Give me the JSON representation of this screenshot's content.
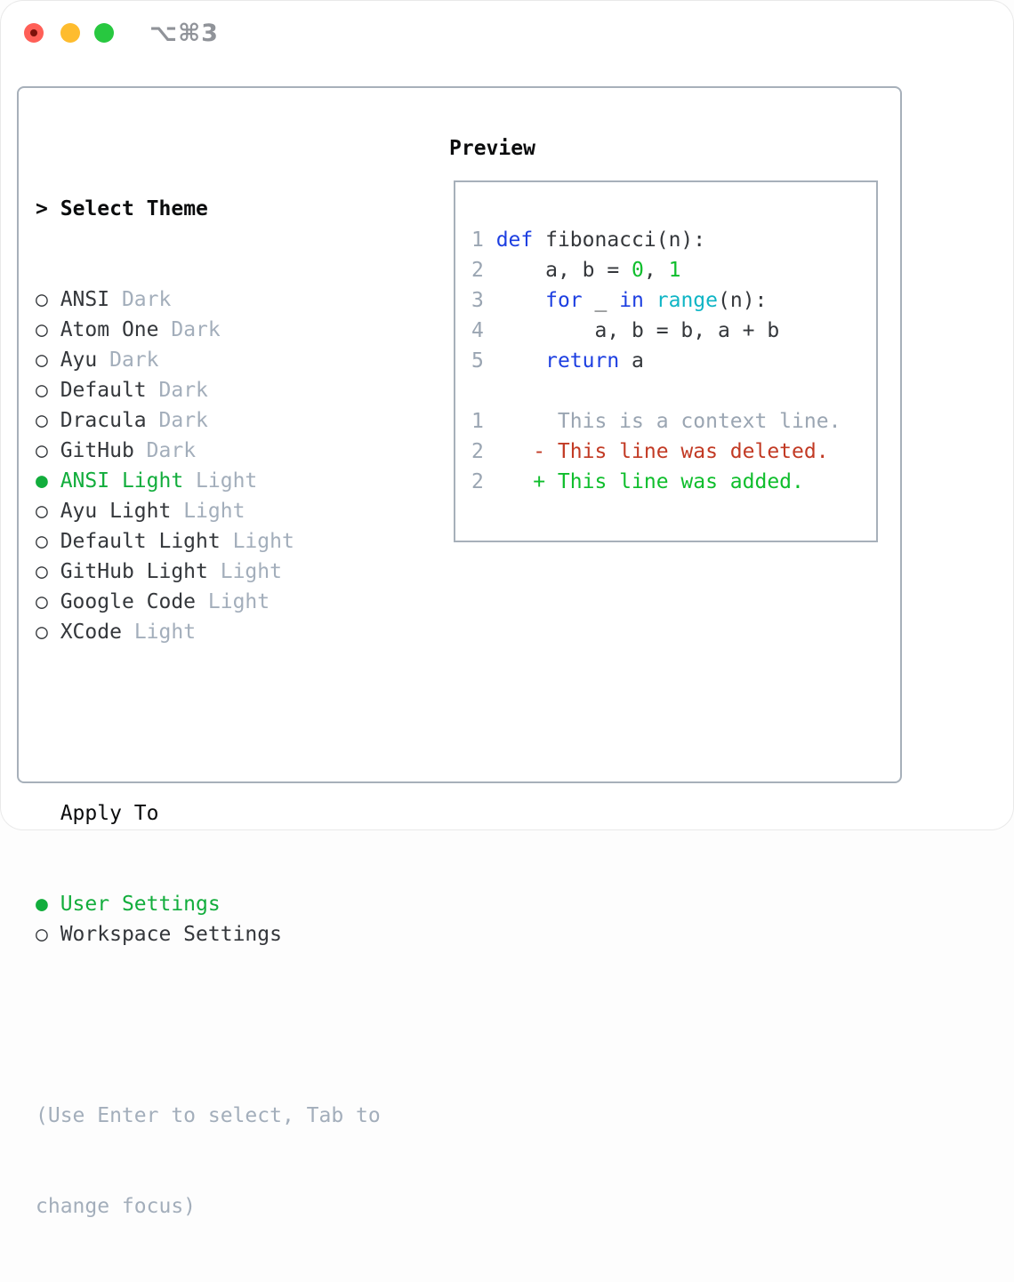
{
  "titlebar": {
    "title": "⌥⌘3"
  },
  "theme_panel": {
    "header": {
      "prefix": ">",
      "label": "Select Theme"
    },
    "items": [
      {
        "name": "ANSI",
        "tag": "Dark",
        "selected": false
      },
      {
        "name": "Atom One",
        "tag": "Dark",
        "selected": false
      },
      {
        "name": "Ayu",
        "tag": "Dark",
        "selected": false
      },
      {
        "name": "Default",
        "tag": "Dark",
        "selected": false
      },
      {
        "name": "Dracula",
        "tag": "Dark",
        "selected": false
      },
      {
        "name": "GitHub",
        "tag": "Dark",
        "selected": false
      },
      {
        "name": "ANSI Light",
        "tag": "Light",
        "selected": true
      },
      {
        "name": "Ayu Light",
        "tag": "Light",
        "selected": false
      },
      {
        "name": "Default Light",
        "tag": "Light",
        "selected": false
      },
      {
        "name": "GitHub Light",
        "tag": "Light",
        "selected": false
      },
      {
        "name": "Google Code",
        "tag": "Light",
        "selected": false
      },
      {
        "name": "XCode",
        "tag": "Light",
        "selected": false
      }
    ],
    "apply_to": {
      "label": "Apply To",
      "options": [
        {
          "name": "User Settings",
          "selected": true
        },
        {
          "name": "Workspace Settings",
          "selected": false
        }
      ]
    },
    "help_lines": [
      "(Use Enter to select, Tab to",
      "change focus)"
    ]
  },
  "preview": {
    "title": "Preview",
    "code_lines": [
      {
        "num": "1",
        "segments": [
          {
            "t": "def",
            "c": "blue"
          },
          {
            "t": " fibonacci(n):",
            "c": "fg"
          }
        ]
      },
      {
        "num": "2",
        "segments": [
          {
            "t": "    a, b = ",
            "c": "fg"
          },
          {
            "t": "0",
            "c": "green"
          },
          {
            "t": ", ",
            "c": "fg"
          },
          {
            "t": "1",
            "c": "green"
          }
        ]
      },
      {
        "num": "3",
        "segments": [
          {
            "t": "    ",
            "c": "fg"
          },
          {
            "t": "for",
            "c": "blue"
          },
          {
            "t": " _ ",
            "c": "fg"
          },
          {
            "t": "in",
            "c": "blue"
          },
          {
            "t": " ",
            "c": "fg"
          },
          {
            "t": "range",
            "c": "cyan"
          },
          {
            "t": "(n):",
            "c": "fg"
          }
        ]
      },
      {
        "num": "4",
        "segments": [
          {
            "t": "        a, b = b, a + b",
            "c": "fg"
          }
        ]
      },
      {
        "num": "5",
        "segments": [
          {
            "t": "    ",
            "c": "fg"
          },
          {
            "t": "return",
            "c": "blue"
          },
          {
            "t": " a",
            "c": "fg"
          }
        ]
      }
    ],
    "diff_lines": [
      {
        "num": "1",
        "marker": " ",
        "text": "This is a context line.",
        "kind": "context"
      },
      {
        "num": "2",
        "marker": "-",
        "text": "This line was deleted.",
        "kind": "deleted"
      },
      {
        "num": "2",
        "marker": "+",
        "text": "This line was added.",
        "kind": "added"
      }
    ]
  },
  "colors": {
    "accent_green": "#12ad3c",
    "keyword_blue": "#1d3fe1",
    "function_cyan": "#0fb5c5",
    "literal_green": "#0fbe2c",
    "diff_deleted_red": "#c23a24",
    "diff_added_green": "#0fbe2c",
    "muted_gray": "#a3aebb",
    "line_number_gray": "#9aa5b2",
    "border_gray": "#a7b0ba",
    "text_dark": "#34373b",
    "traffic_red": "#ff5f57",
    "traffic_yellow": "#febc2e",
    "traffic_green": "#28c840"
  }
}
